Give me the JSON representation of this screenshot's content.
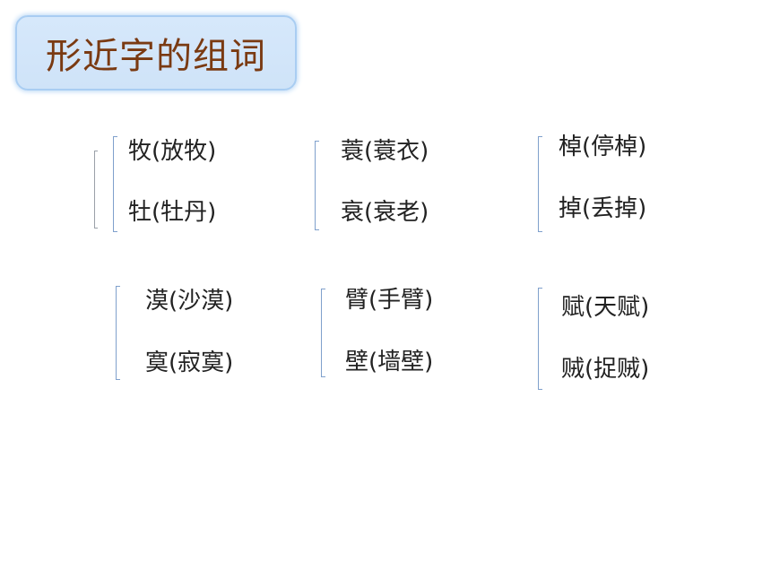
{
  "title": "形近字的组词",
  "groups": [
    {
      "a": "牧(放牧)",
      "b": "牡(牡丹)"
    },
    {
      "a": "蓑(蓑衣)",
      "b": "衰(衰老)"
    },
    {
      "a": "棹(停棹)",
      "b": "掉(丢掉)"
    },
    {
      "a": "漠(沙漠)",
      "b": "寞(寂寞)"
    },
    {
      "a": "臂(手臂)",
      "b": "壁(墙壁)"
    },
    {
      "a": "赋(天赋)",
      "b": "贼(捉贼)"
    }
  ],
  "colors": {
    "title_text": "#7a3a12",
    "title_fill": "#d6e8fb",
    "title_border": "#a9cdf2",
    "bracket": "#7fa0cc"
  }
}
